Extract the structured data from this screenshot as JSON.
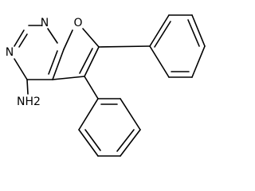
{
  "molecule": {
    "atoms": {
      "n1": "N",
      "n3": "N",
      "o7": "O",
      "nh2": "NH2"
    }
  }
}
